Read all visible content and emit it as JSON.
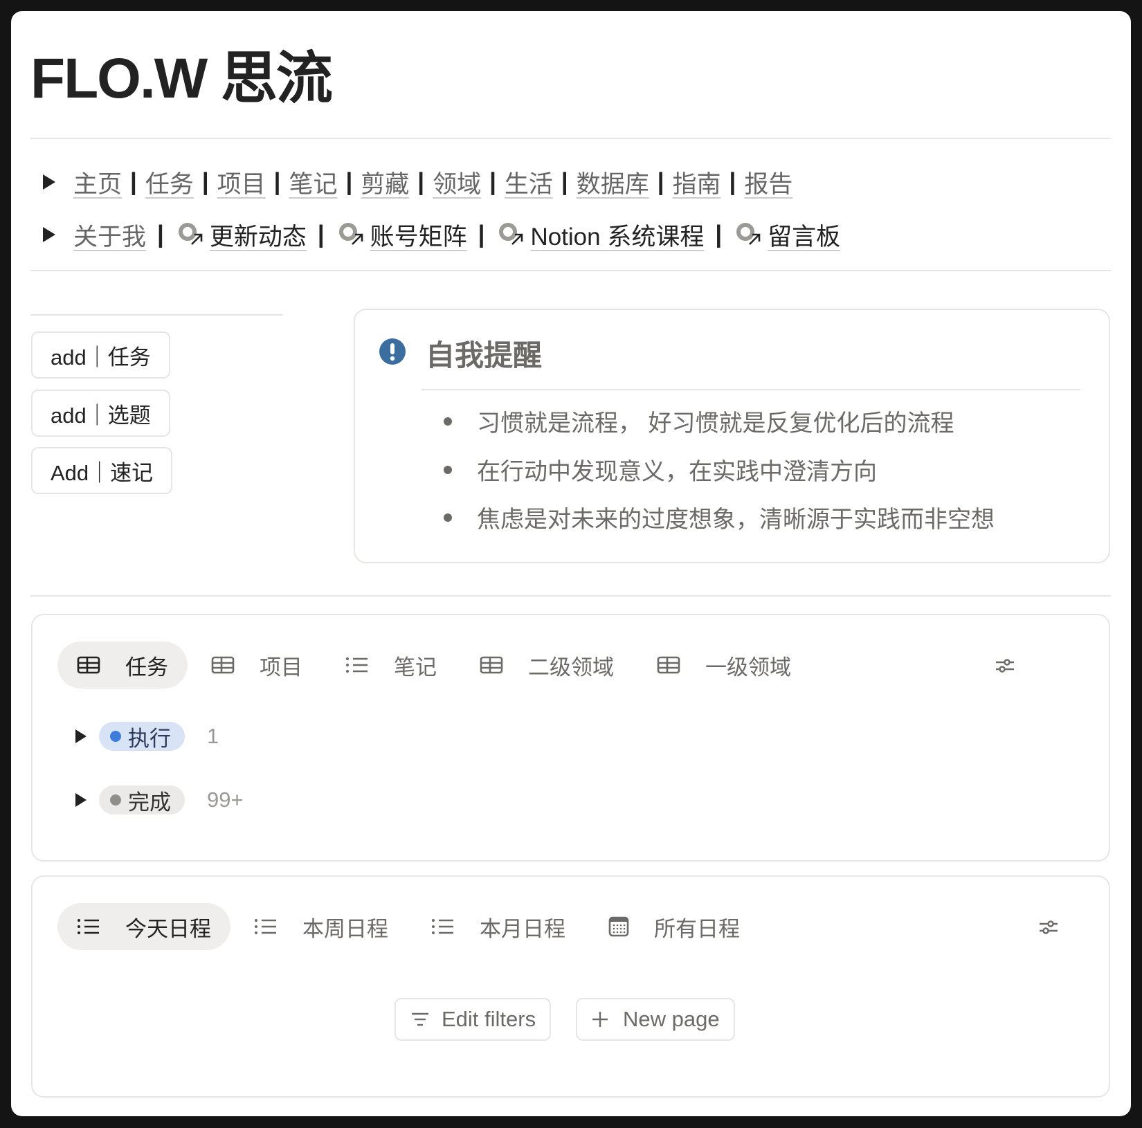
{
  "page": {
    "title": "FLO.W 思流"
  },
  "nav_row1": [
    "主页",
    "任务",
    "项目",
    "笔记",
    "剪藏",
    "领域",
    "生活",
    "数据库",
    "指南",
    "报告"
  ],
  "nav_row2": {
    "about": "关于我",
    "mentions": [
      "更新动态",
      "账号矩阵",
      "Notion 系统课程",
      "留言板"
    ]
  },
  "separator": "|",
  "buttons": [
    "add｜任务",
    "add｜选题",
    "Add｜速记"
  ],
  "callout": {
    "icon": "exclamation-circle-icon",
    "title": "自我提醒",
    "accent": "#3b6e9f",
    "items": [
      "习惯就是流程， 好习惯就是反复优化后的流程",
      "在行动中发现意义，在实践中澄清方向",
      "焦虑是对未来的过度想象，清晰源于实践而非空想"
    ]
  },
  "db1": {
    "tabs": [
      {
        "label": "任务",
        "icon": "table-icon"
      },
      {
        "label": "项目",
        "icon": "table-icon"
      },
      {
        "label": "笔记",
        "icon": "list-icon"
      },
      {
        "label": "二级领域",
        "icon": "table-icon"
      },
      {
        "label": "一级领域",
        "icon": "table-icon"
      }
    ],
    "groups": [
      {
        "label": "执行",
        "count": "1",
        "color": "#3f7ddb",
        "bg": "#d8e3f6",
        "fg": "#2b3a5a"
      },
      {
        "label": "完成",
        "count": "99+",
        "color": "#8f8e8a",
        "bg": "#ebeae8",
        "fg": "#33322f"
      }
    ]
  },
  "db2": {
    "tabs": [
      {
        "label": "今天日程",
        "icon": "list-icon"
      },
      {
        "label": "本周日程",
        "icon": "list-icon"
      },
      {
        "label": "本月日程",
        "icon": "list-icon"
      },
      {
        "label": "所有日程",
        "icon": "calendar-icon"
      }
    ],
    "edit_filters": "Edit filters",
    "new_page": "New page"
  }
}
